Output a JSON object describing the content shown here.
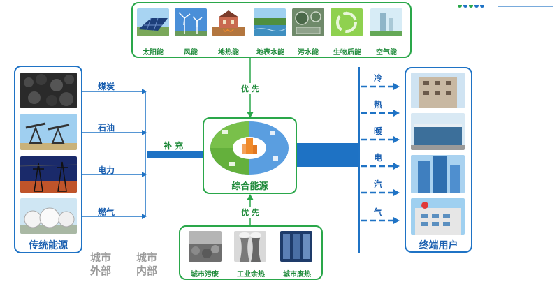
{
  "renewables": [
    {
      "label": "太阳能",
      "icon": "solar-panel"
    },
    {
      "label": "风能",
      "icon": "wind-turbine"
    },
    {
      "label": "地热能",
      "icon": "geothermal-house"
    },
    {
      "label": "地表水能",
      "icon": "lake"
    },
    {
      "label": "污水能",
      "icon": "sewage-plant"
    },
    {
      "label": "生物质能",
      "icon": "recycle"
    },
    {
      "label": "空气能",
      "icon": "air-tower"
    }
  ],
  "traditional": {
    "title": "传统能源",
    "items": [
      {
        "label": "煤炭",
        "icon": "coal"
      },
      {
        "label": "石油",
        "icon": "oil-pump"
      },
      {
        "label": "电力",
        "icon": "power-tower"
      },
      {
        "label": "燃气",
        "icon": "gas-tanks"
      }
    ]
  },
  "center": {
    "title": "综合能源"
  },
  "flows": {
    "supplement": "补 充",
    "priority_top": "优 先",
    "priority_bottom": "优 先"
  },
  "urban_waste": [
    {
      "label": "城市污废",
      "icon": "waste"
    },
    {
      "label": "工业余热",
      "icon": "cooling-tower"
    },
    {
      "label": "城市废热",
      "icon": "server-room"
    }
  ],
  "outputs": [
    "冷",
    "热",
    "暖",
    "电",
    "汽",
    "气"
  ],
  "end_users": {
    "title": "终端用户",
    "icon": "buildings"
  },
  "zones": {
    "outside": "城市\n外部",
    "inside": "城市\n内部"
  },
  "colors": {
    "green": "#2aa74a",
    "blue": "#1f73c5",
    "arrow_blue": "#1e72c4"
  }
}
